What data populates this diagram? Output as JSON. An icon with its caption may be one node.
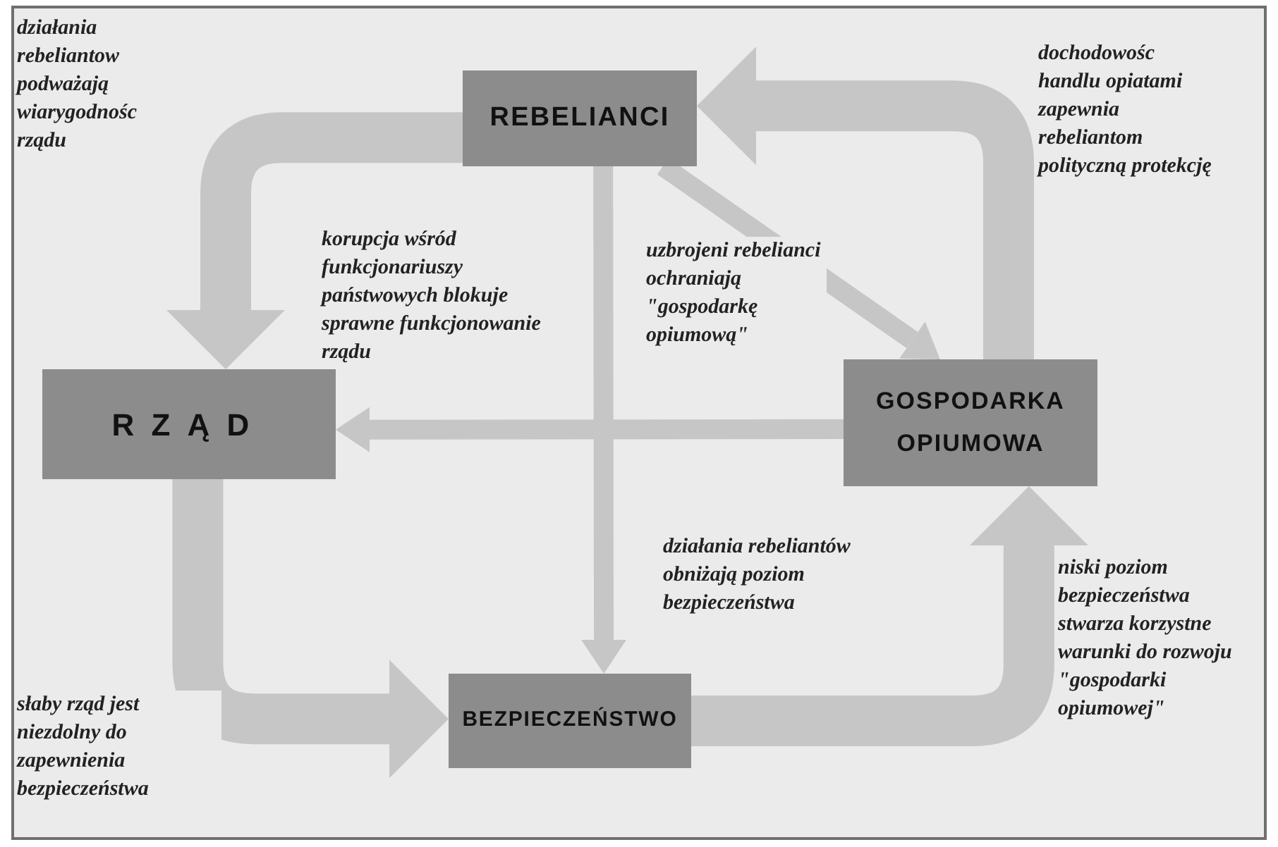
{
  "diagram": {
    "nodes": [
      {
        "text": [
          "REBELIANCI"
        ]
      },
      {
        "text": [
          "RZĄD"
        ]
      },
      {
        "text": [
          "GOSPODARKA OPIUMOWA"
        ]
      },
      {
        "text": [
          "BEZPIECZEŃSTWO"
        ]
      }
    ],
    "edges": [
      {
        "from": 0,
        "to": 1,
        "arrow": "to",
        "label": "działania rebeliantow podważają wiarygodnośc rządu"
      },
      {
        "from": 2,
        "to": 0,
        "arrow": "to",
        "label": "dochodowośc handlu opiatami zapewnia rebeliantom polityczną protekcję"
      },
      {
        "from": 1,
        "to": 3,
        "arrow": "to",
        "label": "słaby rząd jest niezdolny do zapewnienia bezpieczeństwa"
      },
      {
        "from": 3,
        "to": 2,
        "arrow": "to",
        "label": "niski poziom bezpieczeństwa stwarza korzystne warunki do rozwoju \"gospodarki opiumowej\""
      },
      {
        "from": 0,
        "to": 2,
        "arrow": "to",
        "label": "uzbrojeni rebelianci ochraniają \"gospodarkę opiumową\""
      },
      {
        "from": 2,
        "to": 1,
        "arrow": "to",
        "label": "korupcja wśród funkcjonariuszy państwowych blokuje sprawne funkcjonowanie rządu"
      },
      {
        "from": 0,
        "to": 3,
        "arrow": "to",
        "label": "działania rebeliantów obniżają poziom bezpieczeństwa"
      }
    ]
  }
}
